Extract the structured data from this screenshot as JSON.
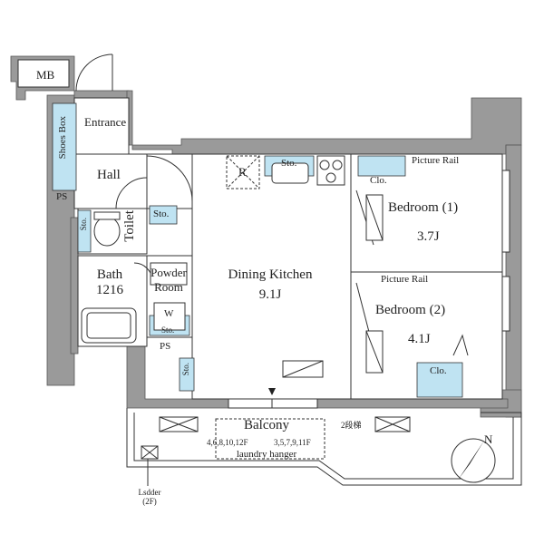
{
  "rooms": {
    "mb": "MB",
    "entrance": "Entrance",
    "shoes_box": "Shoes Box",
    "hall": "Hall",
    "ps_top": "PS",
    "ps_bottom": "PS",
    "toilet": "Toilet",
    "bath_line1": "Bath",
    "bath_line2": "1216",
    "powder_line1": "Powder",
    "powder_line2": "Room",
    "dining": "Dining Kitchen",
    "dining_size": "9.1J",
    "bedroom1": "Bedroom (1)",
    "bedroom1_size": "3.7J",
    "bedroom2": "Bedroom (2)",
    "bedroom2_size": "4.1J",
    "balcony": "Balcony",
    "refrigerator": "R",
    "washer": "W"
  },
  "storage": {
    "sto_sink": "Sto.",
    "sto_hall": "Sto.",
    "sto_toilet": "Sto.",
    "sto_powder": "Sto.",
    "sto_dining": "Sto.",
    "clo_bed1": "Clo.",
    "clo_bed2": "Clo."
  },
  "rails": {
    "rail1": "Picture Rail",
    "rail2": "Picture Rail"
  },
  "balcony_notes": {
    "step": "2段梯",
    "floors_left": "4,6,8,10,12F",
    "floors_right": "3,5,7,9,11F",
    "hanger": "laundry hanger"
  },
  "ladder": {
    "label": "Lsdder",
    "floor": "(2F)"
  },
  "compass": {
    "north": "N"
  },
  "colors": {
    "wall": "#9a9a9a",
    "storage": "#bfe3f2",
    "line": "#333333"
  }
}
